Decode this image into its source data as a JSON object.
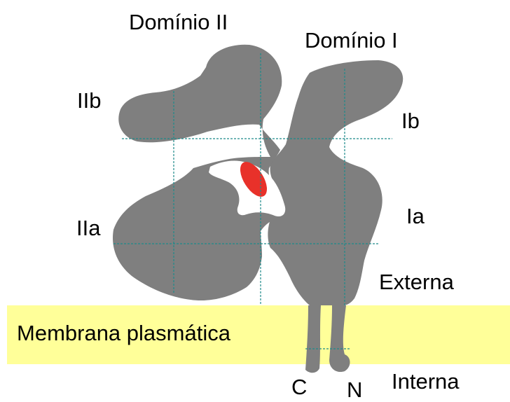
{
  "labels": {
    "domain_2": "Domínio II",
    "domain_1": "Domínio I",
    "sub_2b": "IIb",
    "sub_1b": "Ib",
    "sub_2a": "IIa",
    "sub_1a": "Ia",
    "external": "Externa",
    "membrane": "Membrana plasmática",
    "internal": "Interna",
    "c_terminus": "C",
    "n_terminus": "N"
  },
  "colors": {
    "protein": "#7f7f7f",
    "membrane": "#ffff99",
    "binding_site": "#e8312a",
    "grid": "#1d8a8a",
    "text": "#000000",
    "background": "#ffffff"
  }
}
